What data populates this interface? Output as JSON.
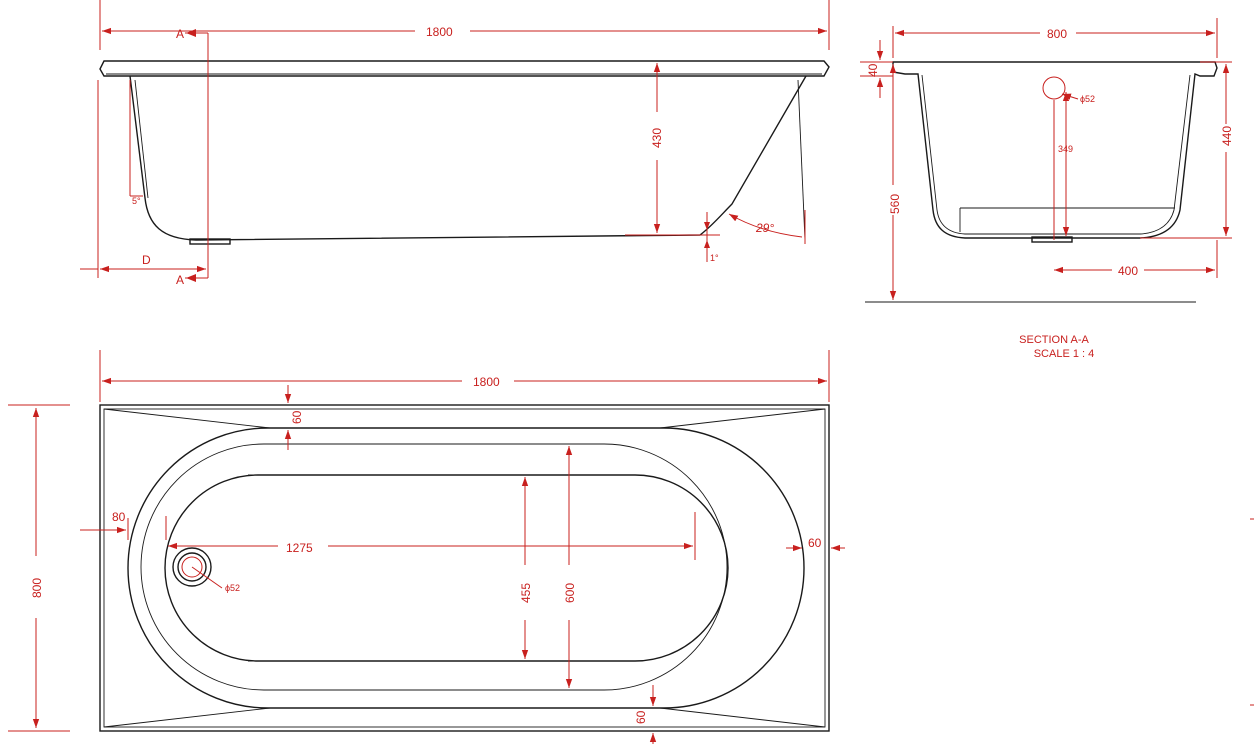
{
  "side_view": {
    "dims": {
      "overall_length": "1800",
      "depth": "430",
      "end_angle": "29°",
      "wall_angle": "5°",
      "floor_slope": "1°"
    },
    "labels": {
      "section_top": "A",
      "section_bottom": "A",
      "datum": "D"
    }
  },
  "section_view": {
    "dims": {
      "width": "800",
      "rim": "40",
      "waste_diameter": "ϕ52",
      "overflow_height": "349",
      "depth": "440",
      "total_height": "560",
      "waste_offset": "400"
    },
    "caption_line1": "SECTION A-A",
    "caption_line2": "SCALE 1 : 4"
  },
  "plan_view": {
    "dims": {
      "length": "1800",
      "width": "800",
      "rim_top": "60",
      "rim_bottom": "60",
      "rim_right": "60",
      "rim_left": "80",
      "inner_length": "1275",
      "inner_width": "455",
      "outer_width": "600",
      "waste_diameter": "ϕ52"
    }
  }
}
